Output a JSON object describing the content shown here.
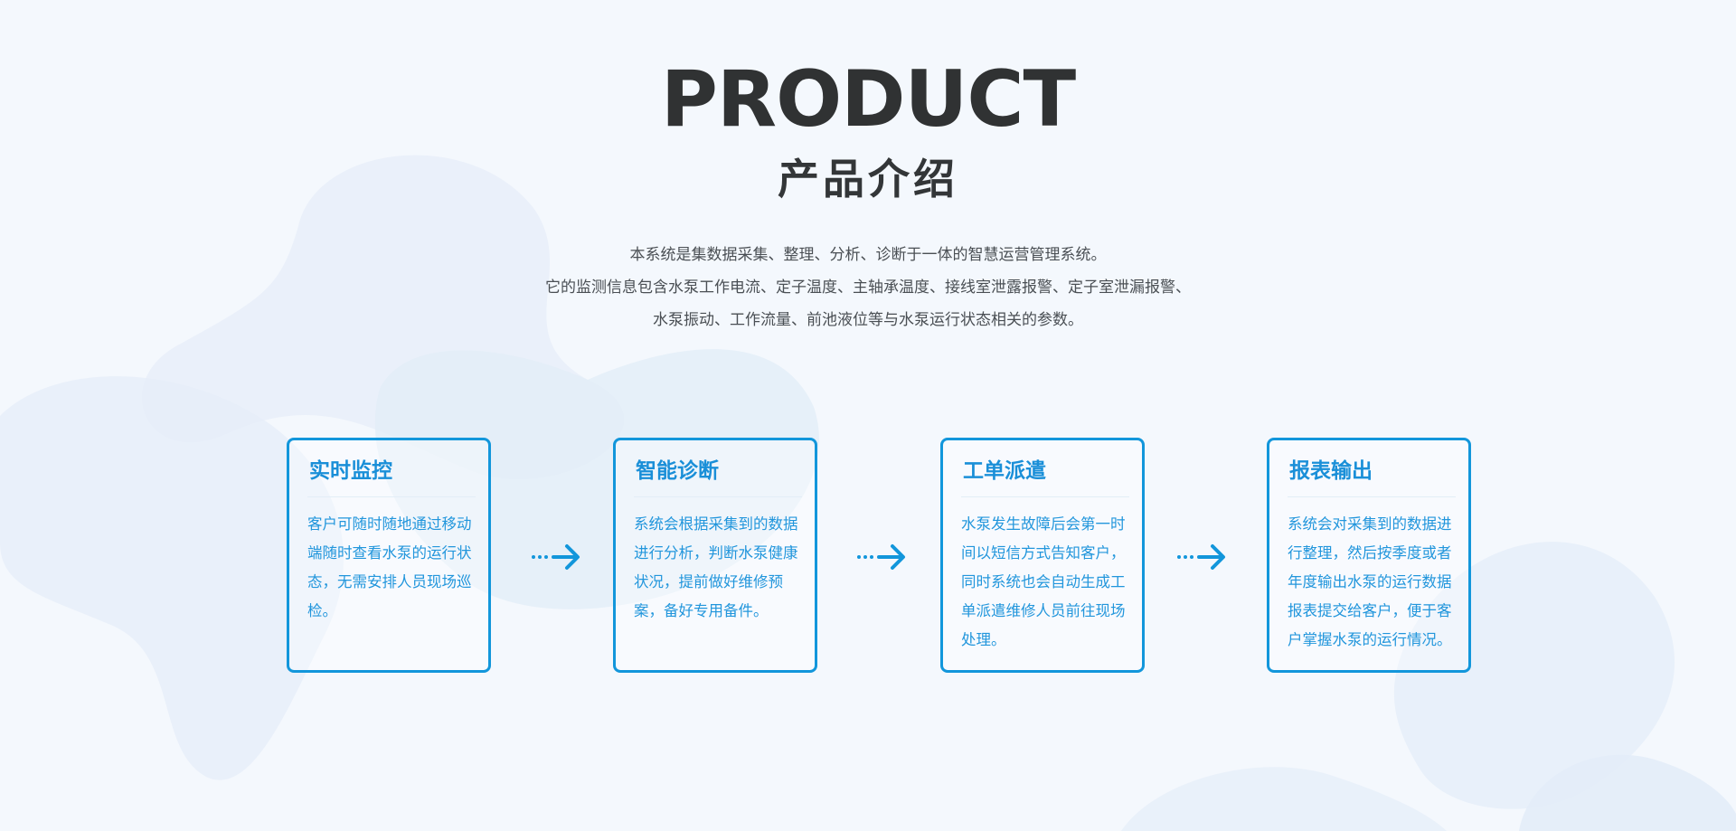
{
  "header": {
    "title": "PRODUCT",
    "subtitle": "产品介绍"
  },
  "intro": {
    "lines": [
      "本系统是集数据采集、整理、分析、诊断于一体的智慧运营管理系统。",
      "它的监测信息包含水泵工作电流、定子温度、主轴承温度、接线室泄露报警、定子室泄漏报警、",
      "水泵振动、工作流量、前池液位等与水泵运行状态相关的参数。"
    ]
  },
  "cards": [
    {
      "title": "实时监控",
      "text": "客户可随时随地通过移动端随时查看水泵的运行状态，无需安排人员现场巡检。"
    },
    {
      "title": "智能诊断",
      "text": "系统会根据采集到的数据进行分析，判断水泵健康状况，提前做好维修预案，备好专用备件。"
    },
    {
      "title": "工单派遣",
      "text": "水泵发生故障后会第一时间以短信方式告知客户，同时系统也会自动生成工单派遣维修人员前往现场处理。"
    },
    {
      "title": "报表输出",
      "text": "系统会对采集到的数据进行整理，然后按季度或者年度输出水泵的运行数据报表提交给客户，便于客户掌握水泵的运行情况。"
    }
  ],
  "colors": {
    "accent": "#1296db",
    "heading": "#303233",
    "background": "#f4f8fd"
  },
  "icons": [
    "dotted-arrow-icon",
    "dotted-arrow-icon",
    "dotted-arrow-icon"
  ]
}
